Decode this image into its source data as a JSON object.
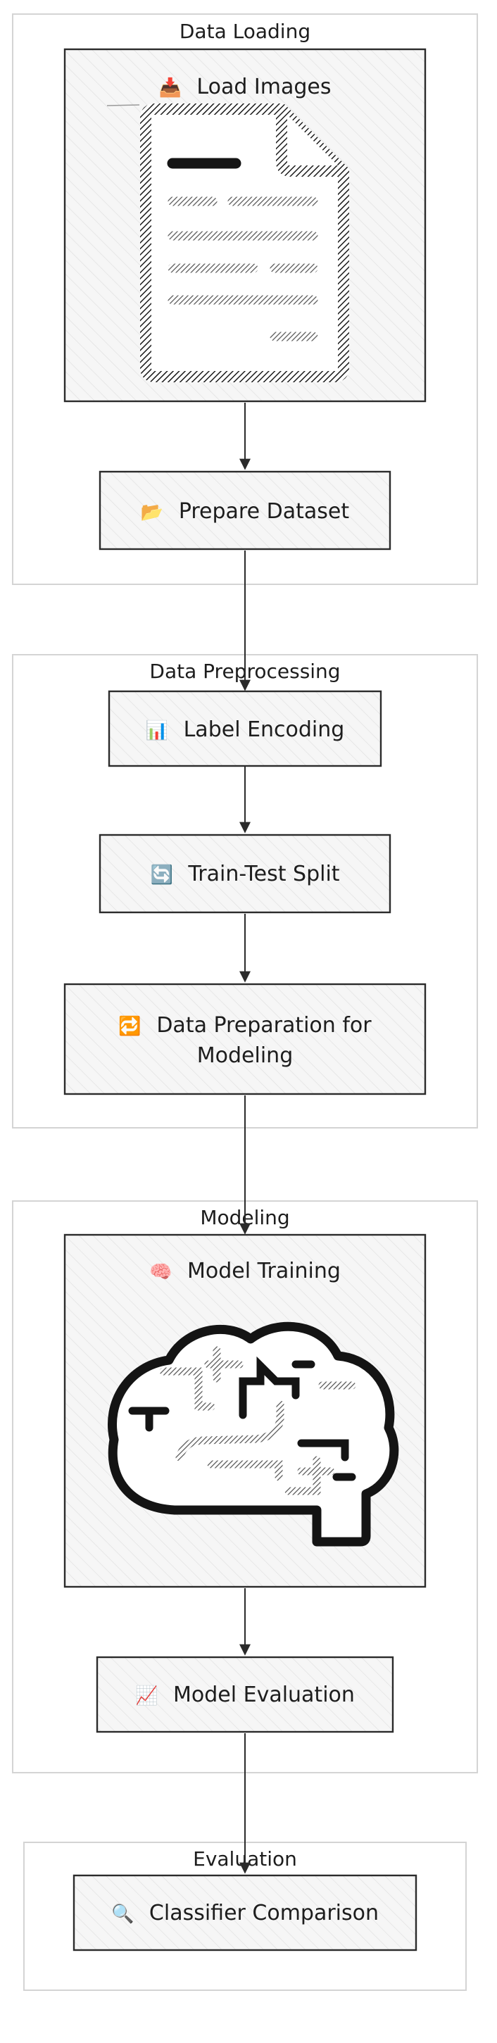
{
  "groups": [
    {
      "id": "data-loading",
      "title": "Data Loading"
    },
    {
      "id": "data-preprocessing",
      "title": "Data Preprocessing"
    },
    {
      "id": "modeling",
      "title": "Modeling"
    },
    {
      "id": "evaluation",
      "title": "Evaluation"
    }
  ],
  "nodes": {
    "load_images": {
      "icon": "📥",
      "label": "Load Images",
      "picture": "document-icon"
    },
    "prepare_dataset": {
      "icon": "📂",
      "label": "Prepare Dataset"
    },
    "label_encoding": {
      "icon": "📊",
      "label": "Label Encoding"
    },
    "train_test_split": {
      "icon": "🔄",
      "label": "Train-Test Split"
    },
    "data_preparation": {
      "icon": "🔁",
      "label_line1": "Data Preparation for",
      "label_line2": "Modeling"
    },
    "model_training": {
      "icon": "🧠",
      "label": "Model Training",
      "picture": "brain-icon"
    },
    "model_evaluation": {
      "icon": "📈",
      "label": "Model Evaluation"
    },
    "classifier_comparison": {
      "icon": "🔍",
      "label": "Classifier Comparison"
    }
  },
  "edges": [
    {
      "from": "Load Images",
      "to": "Prepare Dataset"
    },
    {
      "from": "Prepare Dataset",
      "to": "Label Encoding"
    },
    {
      "from": "Label Encoding",
      "to": "Train-Test Split"
    },
    {
      "from": "Train-Test Split",
      "to": "Data Preparation for Modeling"
    },
    {
      "from": "Data Preparation for Modeling",
      "to": "Model Training"
    },
    {
      "from": "Model Training",
      "to": "Model Evaluation"
    },
    {
      "from": "Model Evaluation",
      "to": "Classifier Comparison"
    }
  ]
}
